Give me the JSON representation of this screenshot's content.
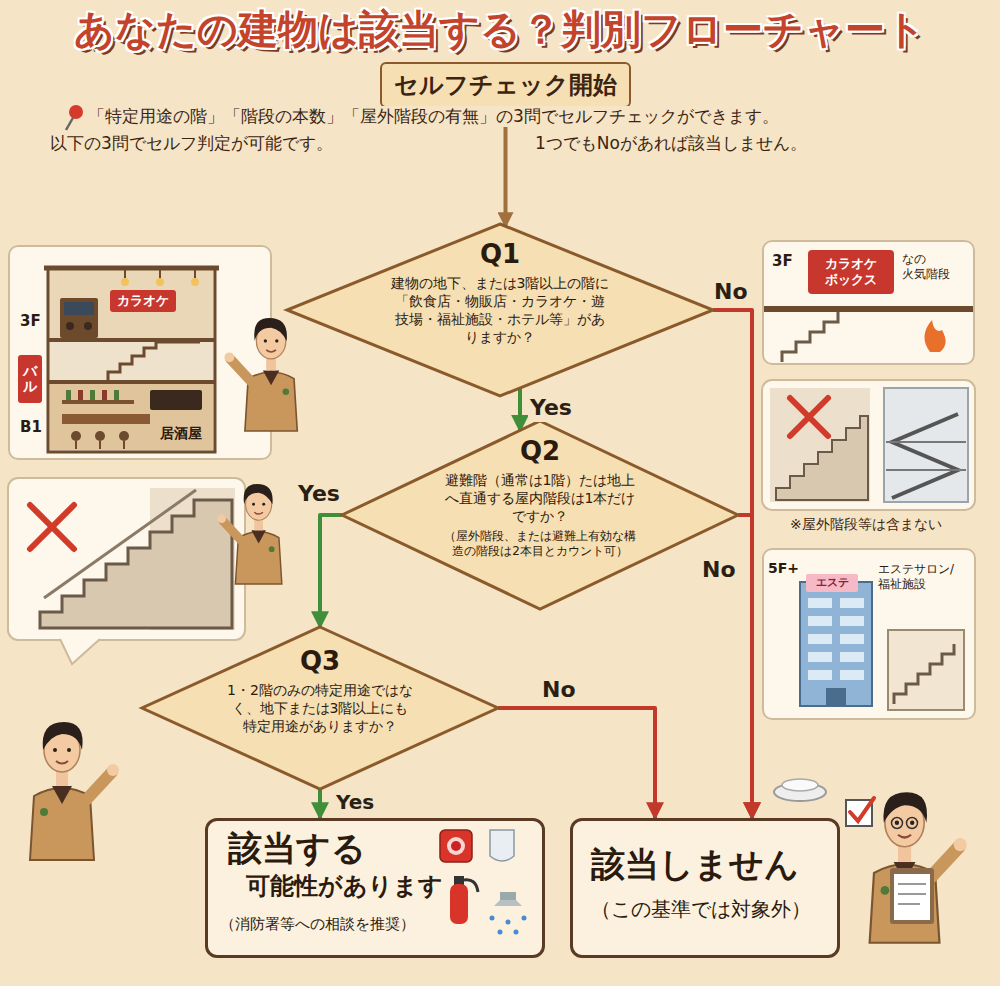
{
  "diagram": {
    "title": "あなたの建物は該当する？判別フローチャート",
    "nodes": [
      {
        "text": [
          "セルフチェック開始"
        ]
      },
      {
        "text": [
          "Q1",
          "建物の地下、または3階以上の階に「飲食店・物販店・カラオケ・遊技場・福祉施設・ホテル等」がありますか？"
        ]
      },
      {
        "text": [
          "Q2",
          "避難階（通常は1階）たは地上へ直通する屋内階段は1本だけですか？",
          "（屋外階段、または避難上有効な構造の階段は2本目とカウント可）"
        ]
      },
      {
        "text": [
          "Q3",
          "1・2階のみの特定用途ではなく、地下または3階以上にも特定用途がありますか？"
        ]
      },
      {
        "text": [
          "該当する",
          "可能性があります",
          "（消防署等への相談を推奨）"
        ]
      },
      {
        "text": [
          "該当しません",
          "（この基準では対象外）"
        ]
      },
      {
        "text": [
          "3F",
          "B1",
          "居酒屋"
        ]
      },
      {
        "text": [
          "カラオケ"
        ],
        "in": 6
      },
      {
        "text": [
          "バル"
        ],
        "in": 6
      },
      {
        "text": [
          "3F",
          "なの 火気階段"
        ]
      },
      {
        "text": [
          "カラオケ ボックス"
        ],
        "in": 9
      },
      {
        "text": [
          "5F+",
          "エステサロン/ 福祉施設"
        ]
      },
      {
        "text": [
          "エステ"
        ],
        "in": 11
      }
    ],
    "edges": [
      {
        "from": 0,
        "to": 1,
        "arrow": "to"
      },
      {
        "from": 1,
        "to": 2,
        "label": "Yes",
        "arrow": "to"
      },
      {
        "from": 1,
        "to": 5,
        "label": "No",
        "arrow": "to"
      },
      {
        "from": 2,
        "to": 3,
        "label": "Yes",
        "arrow": "to"
      },
      {
        "from": 2,
        "to": 5,
        "label": "No",
        "arrow": "to"
      },
      {
        "from": 3,
        "to": 4,
        "label": "Yes",
        "arrow": "to"
      },
      {
        "from": 3,
        "to": 5,
        "label": "No",
        "arrow": "to"
      }
    ],
    "labels": [
      "「特定用途の階」「階段の本数」「屋外階段の有無」の3問でセルフチェックができます。",
      "以下の3問でセルフ判定が可能です。",
      "1つでもNoがあれば該当しません。",
      "※屋外階段等は含まない"
    ]
  }
}
